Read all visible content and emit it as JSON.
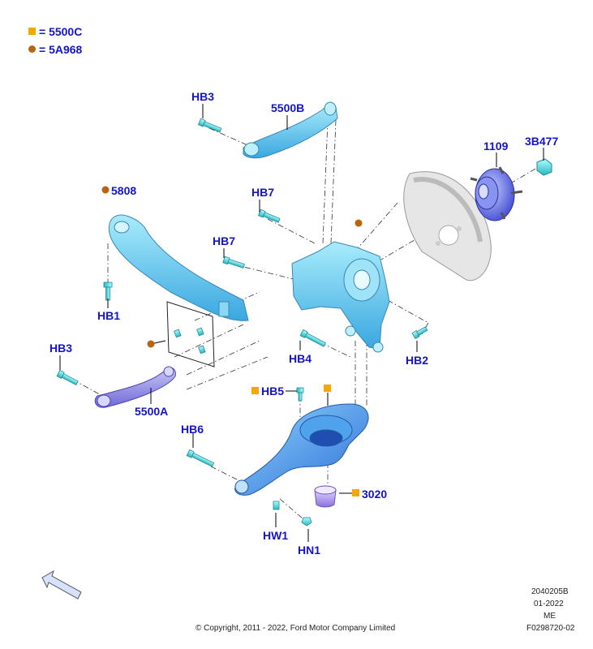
{
  "colors": {
    "label": "#1414c8",
    "square_marker": "#f5a800",
    "dot_marker": "#b8650f",
    "part_cyan": "#5ec8f0",
    "part_blue": "#3f8ee8",
    "part_lavender": "#9b96e6",
    "part_purple": "#a68ff0",
    "bolt": "#53d9dc",
    "disc": "#e8e8e8"
  },
  "legend": {
    "square_code": "5500C",
    "dot_code": "5A968",
    "equals": "="
  },
  "parts": {
    "hb3_top": "HB3",
    "p5500b": "5500B",
    "p1109": "1109",
    "p3b477": "3B477",
    "p5808": "5808",
    "hb7_upper": "HB7",
    "hb7_lower": "HB7",
    "hb1": "HB1",
    "hb3_left": "HB3",
    "p5500a": "5500A",
    "hb4": "HB4",
    "hb2": "HB2",
    "hb5": "HB5",
    "hb6": "HB6",
    "p3020": "3020",
    "hw1": "HW1",
    "hn1": "HN1"
  },
  "footer": {
    "doc_number": "2040205B",
    "date": "01-2022",
    "region": "ME",
    "figure_id": "F0298720-02",
    "copyright": "© Copyright, 2011 - 2022, Ford Motor Company Limited"
  },
  "icons": {
    "orientation": "front-direction-arrow-icon"
  }
}
